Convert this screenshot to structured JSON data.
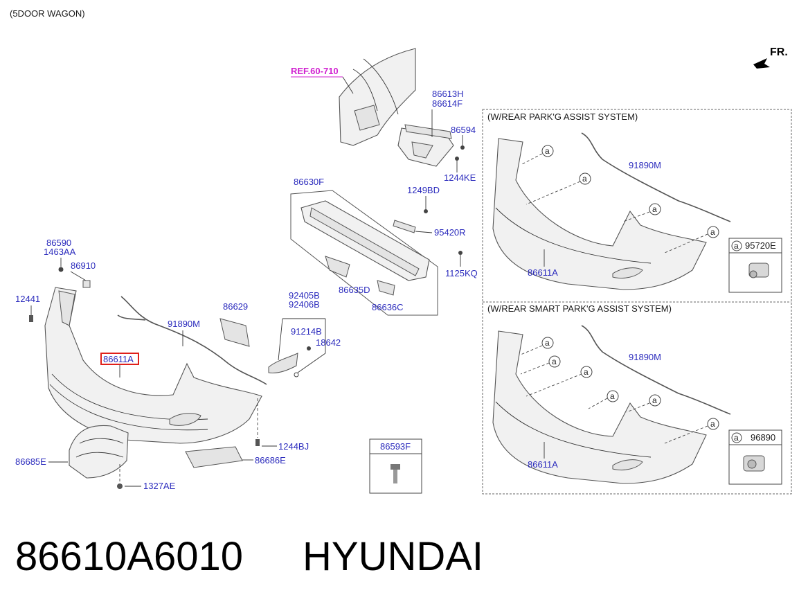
{
  "header": {
    "note": "(5DOOR WAGON)"
  },
  "direction": {
    "label": "FR."
  },
  "reference": {
    "label": "REF.60-710"
  },
  "main_labels": {
    "p86613H": "86613H",
    "p86614F": "86614F",
    "p86594": "86594",
    "p1244KE": "1244KE",
    "p86630F": "86630F",
    "p1249BD": "1249BD",
    "p95420R": "95420R",
    "p1125KQ": "1125KQ",
    "p86635D": "86635D",
    "p86636C": "86636C",
    "p86590": "86590",
    "p1463AA": "1463AA",
    "p86910": "86910",
    "p12441": "12441",
    "p86629": "86629",
    "p92405B": "92405B",
    "p92406B": "92406B",
    "p91214B": "91214B",
    "p18642": "18642",
    "p91890M": "91890M",
    "p86611A_highlight": "86611A",
    "p1244BJ": "1244BJ",
    "p86686E": "86686E",
    "p86685E": "86685E",
    "p1327AE": "1327AE",
    "p86593F": "86593F"
  },
  "panel_top": {
    "title": "(W/REAR PARK'G ASSIST SYSTEM)",
    "wire_label": "91890M",
    "bumper_label": "86611A",
    "sensor_callout": "a",
    "sensor_part": "95720E"
  },
  "panel_bottom": {
    "title": "(W/REAR SMART PARK'G ASSIST SYSTEM)",
    "wire_label": "91890M",
    "bumper_label": "86611A",
    "sensor_callout": "a",
    "sensor_part": "96890"
  },
  "footer": {
    "part_number": "86610A6010",
    "brand": "HYUNDAI"
  },
  "colors": {
    "label_blue": "#2b2bbd",
    "ref_magenta": "#d01fd0",
    "highlight_red": "#e0201a"
  }
}
